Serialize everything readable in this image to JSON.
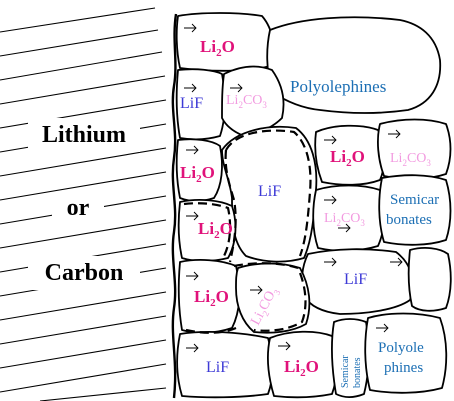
{
  "electrode": {
    "line1": "Lithium",
    "line2": "or",
    "line3": "Carbon"
  },
  "colors": {
    "li2o": "#e0127a",
    "li2co3": "#f29be0",
    "lif": "#3d3ad6",
    "organic": "#1c6fb4",
    "outline": "#000000"
  },
  "species": {
    "li2o": {
      "base": "Li",
      "sub": "2",
      "tail": "O"
    },
    "li2co3": {
      "base": "Li",
      "sub": "2",
      "tail": "CO",
      "sub2": "3"
    },
    "lif": "LiF",
    "polyolephines": "Polyolephines",
    "semicarbonates_a": "Semicar",
    "semicarbonates_b": "bonates",
    "small_semicarbonates_a": "Semicar",
    "small_semicarbonates_b": "bonates",
    "polyolephines_a": "Polyole",
    "polyolephines_b": "phines"
  }
}
